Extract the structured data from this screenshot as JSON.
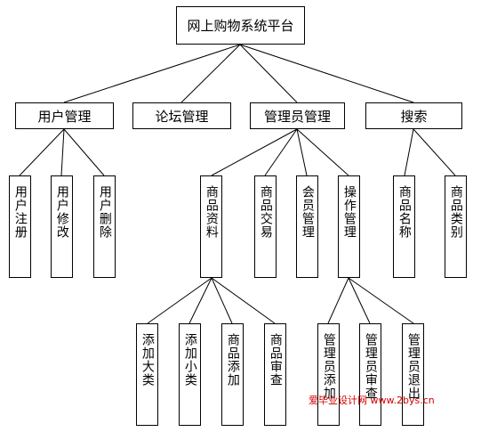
{
  "root": "网上购物系统平台",
  "level1": {
    "user_mgmt": "用户管理",
    "forum_mgmt": "论坛管理",
    "admin_mgmt": "管理员管理",
    "search": "搜索"
  },
  "user_children": [
    "用户注册",
    "用户修改",
    "用户删除"
  ],
  "admin_children": [
    "商品资料",
    "商品交易",
    "会员管理",
    "操作管理"
  ],
  "search_children": [
    "商品名称",
    "商品类别"
  ],
  "product_children": [
    "添加大类",
    "添加小类",
    "商品添加",
    "商品审查"
  ],
  "operation_children": [
    "管理员添加",
    "管理员审查",
    "管理员退出"
  ],
  "watermark": "爱毕业设计网 www.2bys.cn"
}
